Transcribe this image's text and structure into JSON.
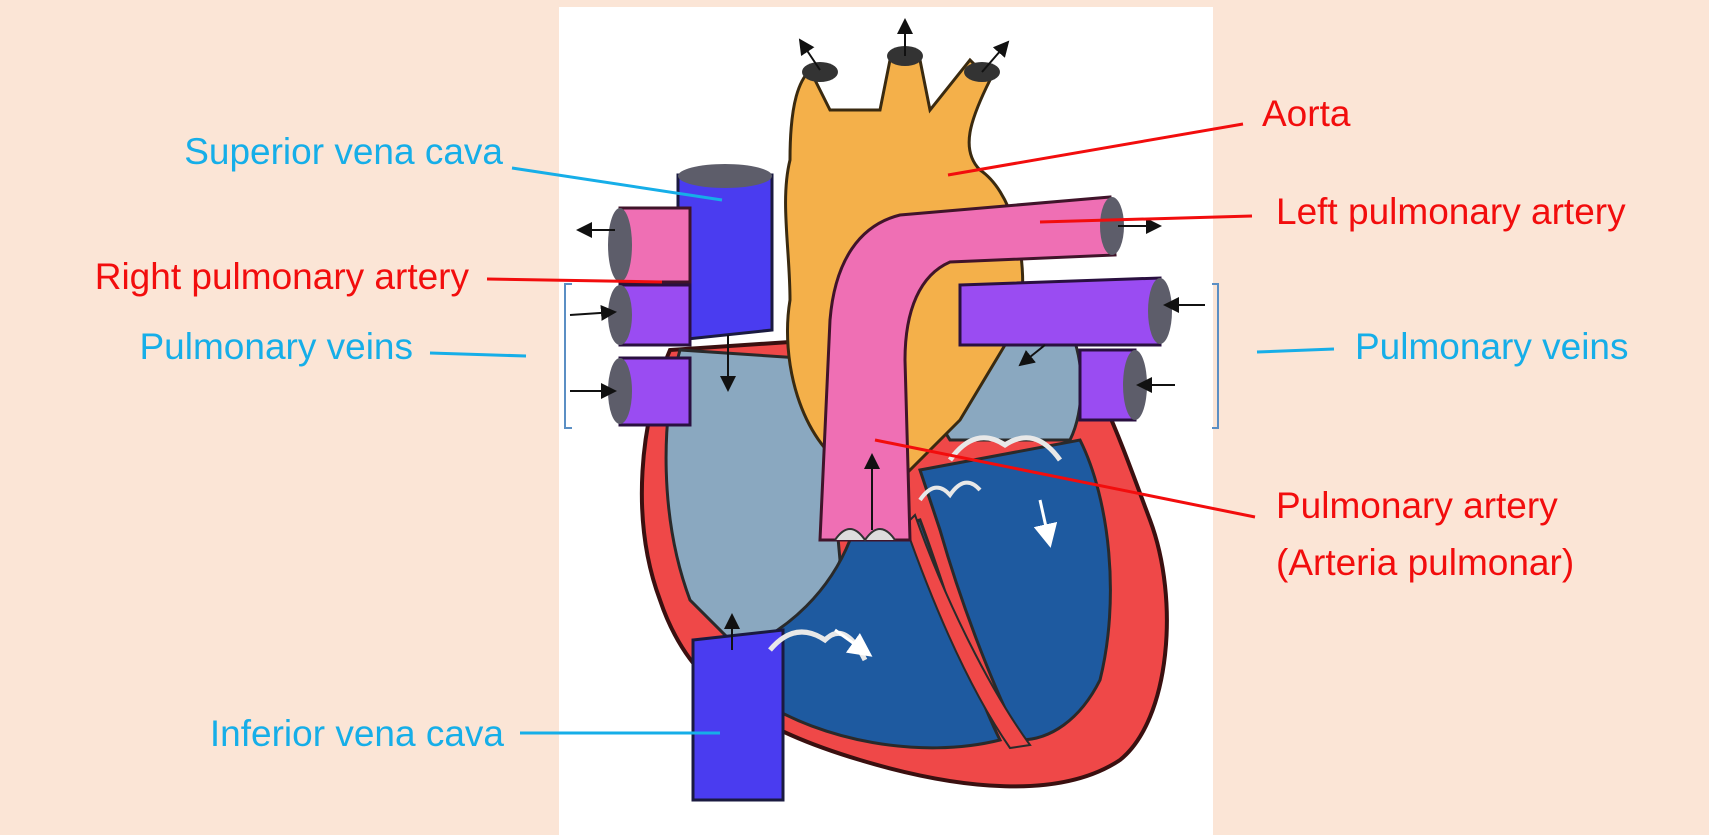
{
  "labels": {
    "superior_vena_cava": "Superior vena cava",
    "right_pulmonary_artery": "Right pulmonary artery",
    "pulmonary_veins_left": "Pulmonary veins",
    "inferior_vena_cava": "Inferior vena cava",
    "aorta": "Aorta",
    "left_pulmonary_artery": "Left pulmonary artery",
    "pulmonary_veins_right": "Pulmonary veins",
    "pulmonary_artery_line1": "Pulmonary artery",
    "pulmonary_artery_line2": "(Arteria pulmonar)"
  },
  "colors": {
    "background": "#fbe5d6",
    "panel": "#ffffff",
    "vein_label": "#16aee8",
    "artery_label": "#f20d0d",
    "vena_cava": "#4a3cf0",
    "pulmonary_vein": "#9a4cf2",
    "pulmonary_artery": "#ef6fb4",
    "aorta": "#f4b04a",
    "atrium": "#8aa8c0",
    "ventricle": "#1e5aa0",
    "myocardium": "#ef4848"
  }
}
